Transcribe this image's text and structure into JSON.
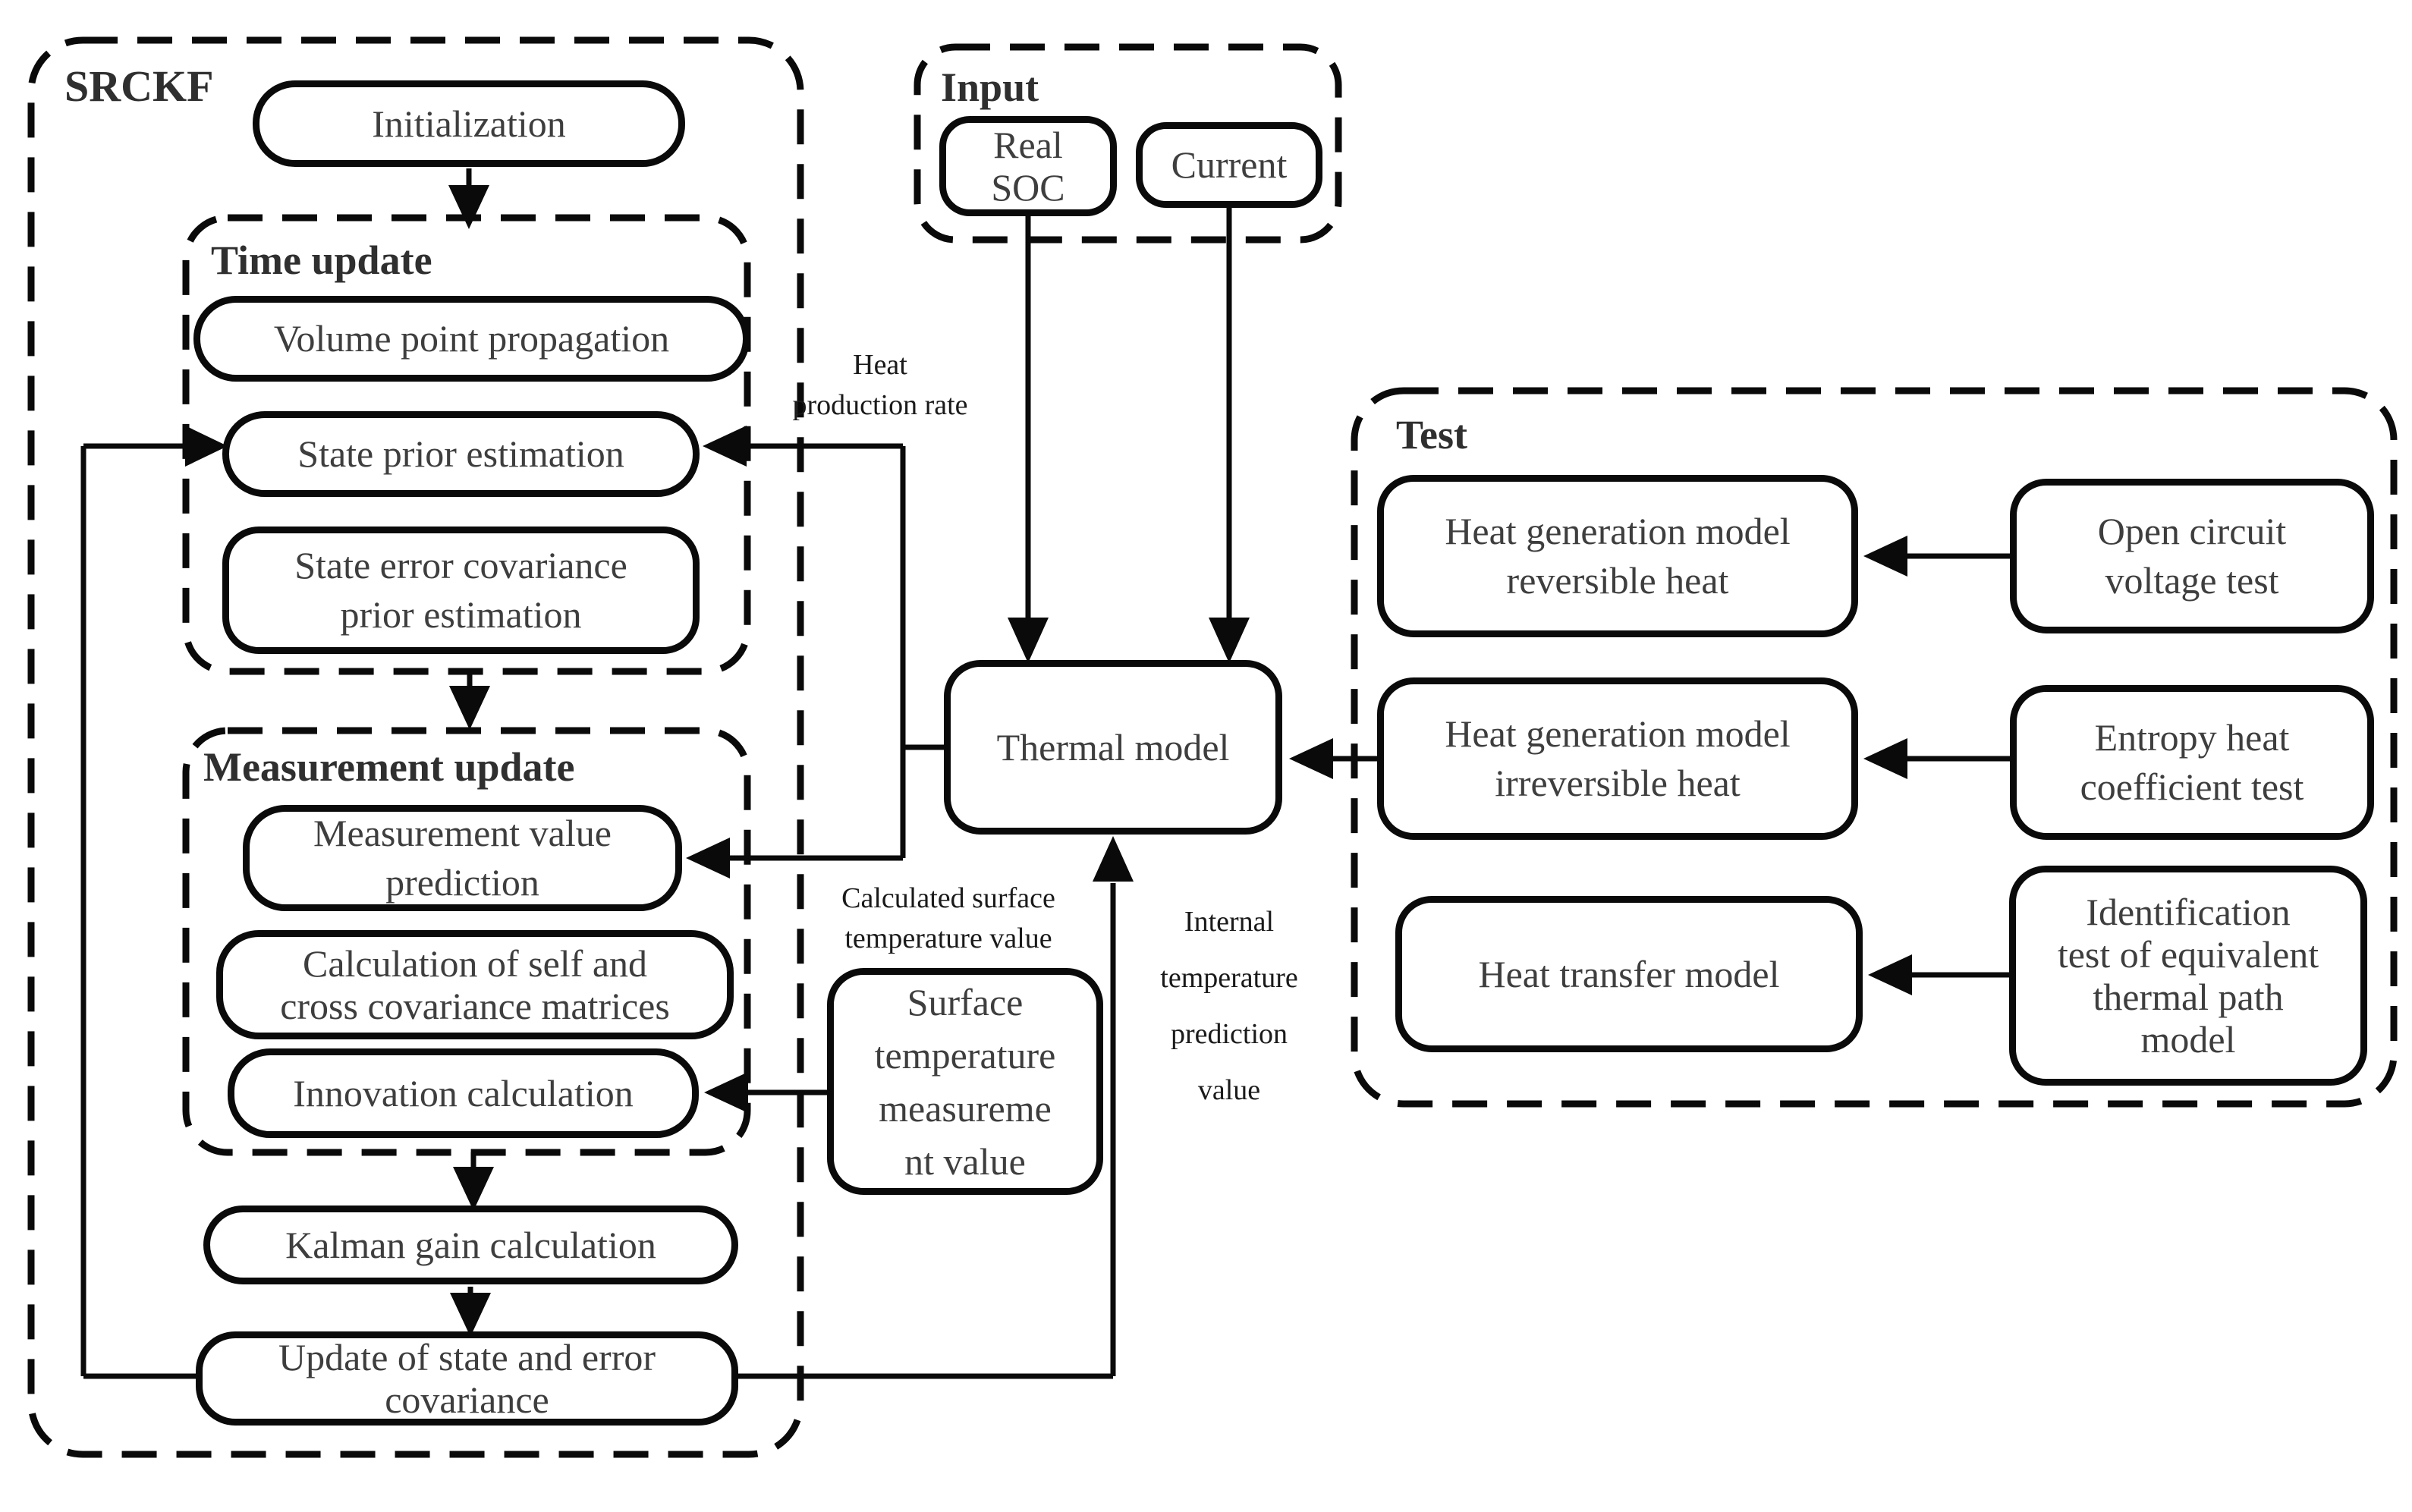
{
  "colors": {
    "background": "#ffffff",
    "stroke": "#0a0a0a",
    "node_text": "#3e3e3e",
    "label_text": "#1a1a1a"
  },
  "groups": {
    "srckf": {
      "label": "SRCKF"
    },
    "time_update": {
      "label": "Time update"
    },
    "measurement_update": {
      "label": "Measurement update"
    },
    "input": {
      "label": "Input"
    },
    "test": {
      "label": "Test"
    }
  },
  "nodes": {
    "initialization": {
      "lines": [
        "Initialization"
      ]
    },
    "volume_point": {
      "lines": [
        "Volume point propagation"
      ]
    },
    "state_prior": {
      "lines": [
        "State prior estimation"
      ]
    },
    "state_error": {
      "lines": [
        "State error covariance",
        "prior estimation"
      ]
    },
    "measurement_value": {
      "lines": [
        "Measurement value",
        "prediction"
      ]
    },
    "calc_covariance": {
      "lines": [
        "Calculation of self and",
        "cross covariance matrices"
      ]
    },
    "innovation": {
      "lines": [
        "Innovation calculation"
      ]
    },
    "kalman_gain": {
      "lines": [
        "Kalman gain calculation"
      ]
    },
    "update_state": {
      "lines": [
        "Update of state and error",
        "covariance"
      ]
    },
    "real_soc": {
      "lines": [
        "Real",
        "SOC"
      ]
    },
    "current": {
      "lines": [
        "Current"
      ]
    },
    "thermal_model": {
      "lines": [
        "Thermal model"
      ]
    },
    "surface_temp": {
      "lines": [
        "Surface",
        "temperature",
        "measureme",
        "nt value"
      ]
    },
    "heat_gen_rev": {
      "lines": [
        "Heat generation model",
        "reversible heat"
      ]
    },
    "ocv_test": {
      "lines": [
        "Open circuit",
        "voltage test"
      ]
    },
    "heat_gen_irr": {
      "lines": [
        "Heat generation model",
        "irreversible heat"
      ]
    },
    "entropy_test": {
      "lines": [
        "Entropy heat",
        "coefficient test"
      ]
    },
    "heat_transfer": {
      "lines": [
        "Heat transfer model"
      ]
    },
    "identification": {
      "lines": [
        "Identification",
        "test of equivalent",
        "thermal path",
        "model"
      ]
    }
  },
  "edge_labels": {
    "heat_production": {
      "lines": [
        "Heat",
        "production rate"
      ]
    },
    "calculated_surface": {
      "lines": [
        "Calculated surface",
        "temperature value"
      ]
    },
    "internal_temp": {
      "lines": [
        "Internal",
        "temperature",
        "prediction",
        "value"
      ]
    }
  }
}
